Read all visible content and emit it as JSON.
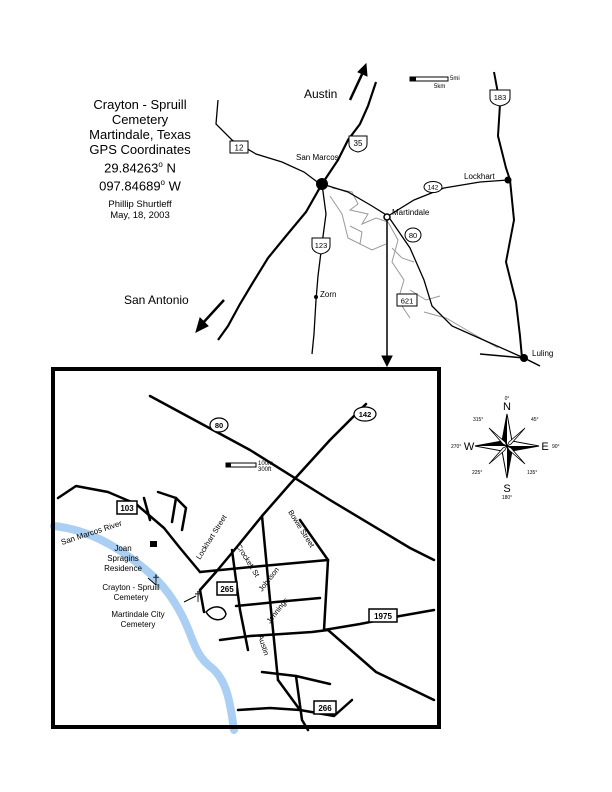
{
  "title_block": {
    "lines": [
      "Crayton - Spruill",
      "Cemetery",
      "Martindale, Texas",
      "GPS Coordinates"
    ],
    "lat_value": "29.84263",
    "lat_suffix": "N",
    "lon_value": "097.84689",
    "lon_suffix": "W",
    "degree_symbol": "o",
    "author": "Phillip Shurtleff",
    "date": "May, 18, 2003"
  },
  "regional_map": {
    "places": {
      "austin": "Austin",
      "san_antonio": "San Antonio",
      "san_marcos": "San Marcos",
      "lockhart": "Lockhart",
      "martindale": "Martindale",
      "zorn": "Zorn",
      "luling": "Luling"
    },
    "highways": {
      "hwy_12": "12",
      "hwy_35": "35",
      "hwy_183": "183",
      "hwy_142": "142",
      "hwy_123": "123",
      "hwy_80": "80",
      "hwy_621": "621"
    },
    "scale": {
      "top": "5mi",
      "bottom": "5km"
    }
  },
  "detail_map": {
    "highways": {
      "hwy_80": "80",
      "hwy_142": "142",
      "hwy_103": "103",
      "hwy_265": "265",
      "hwy_1975": "1975",
      "hwy_266": "266"
    },
    "streets": {
      "lockhart_street": "Lockhart Street",
      "bowie_street": "Bowie Street",
      "crockett_st": "Crockett St",
      "johnson": "Johnson",
      "jennings": "Jennings",
      "austin": "Austin"
    },
    "river": "San Marcos River",
    "landmarks": {
      "residence": [
        "Joan",
        "Spragins",
        "Residence"
      ],
      "crayton_cemetery": [
        "Crayton - Spruill",
        "Cemetery"
      ],
      "martindale_cemetery": [
        "Martindale City",
        "Cemetery"
      ]
    },
    "scale": {
      "top": "100m",
      "bottom": "300ft"
    }
  },
  "compass": {
    "n": "N",
    "s": "S",
    "e": "E",
    "w": "W",
    "deg_0": "0°",
    "deg_45": "45°",
    "deg_90": "90°",
    "deg_135": "135°",
    "deg_180": "180°",
    "deg_225": "225°",
    "deg_270": "270°",
    "deg_315": "315°"
  },
  "colors": {
    "river": "#aacff2",
    "ink": "#000000",
    "roads_minor": "#9a9a9a"
  }
}
